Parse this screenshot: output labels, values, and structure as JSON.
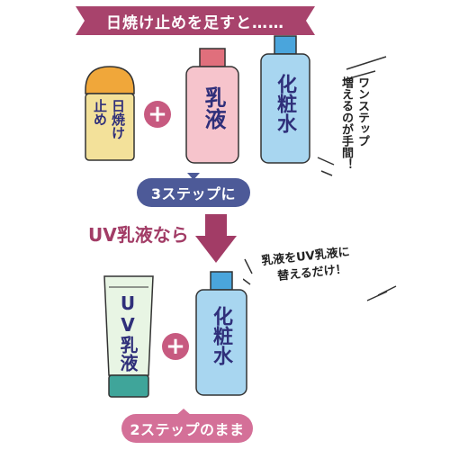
{
  "banner_top": "日焼け止めを足すと……",
  "sunscreen_label": [
    "日焼け",
    "止め"
  ],
  "milk_label": "乳液",
  "lotion_label": "化粧水",
  "plus_symbol": "+",
  "note_right": [
    "ワンステップ",
    "増えるのが手間！"
  ],
  "three_steps": "3ステップに",
  "uv_milk_text": "UV乳液なら",
  "note_mid": [
    "乳液をUV乳液に",
    "替えるだけ！"
  ],
  "uv_tube_label": "UV乳液",
  "lotion_label_2": "化粧水",
  "two_steps": "2ステップのまま",
  "colors": {
    "banner": "#a8436c",
    "step_pill_blue": "#4d5a98",
    "step_pill_pink": "#d47098",
    "arrow": "#a23c66",
    "sunscreen_body": "#f3e19a",
    "sunscreen_cap": "#f0a73a",
    "milk_body": "#f6c4cc",
    "milk_cap": "#e06f7c",
    "lotion_body": "#a8d6f0",
    "lotion_cap": "#4aa5dc",
    "tube_body": "#e8f5e4",
    "tube_cap": "#3fa59a",
    "label_text": "#2f2f7a"
  }
}
